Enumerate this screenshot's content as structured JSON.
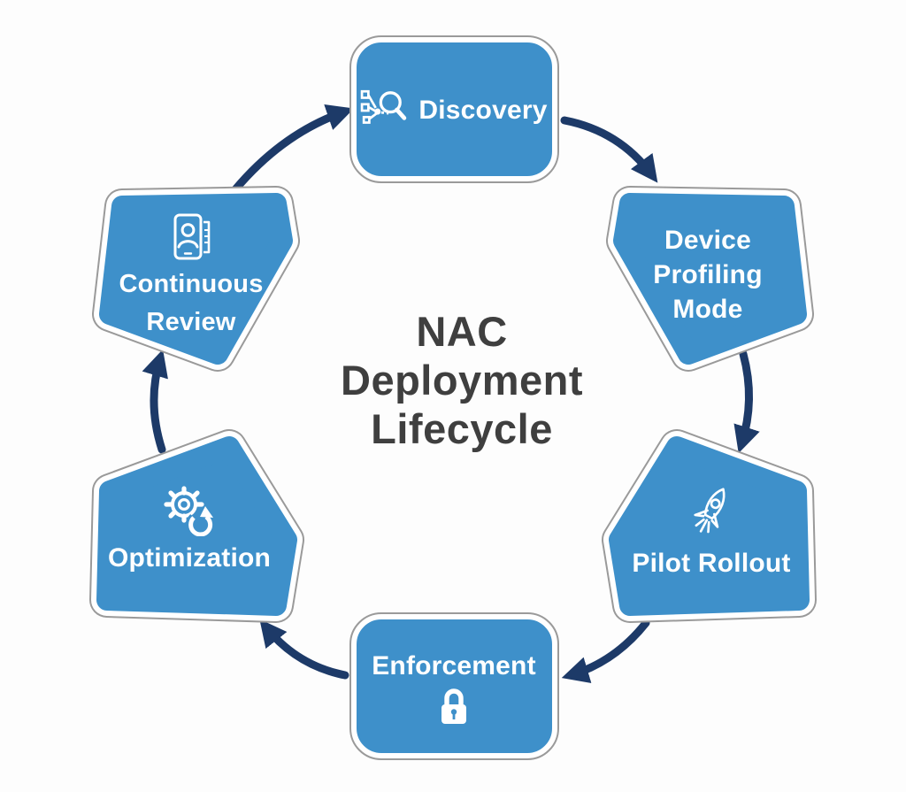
{
  "diagram": {
    "title": "NAC Deployment Lifecycle",
    "title_lines": [
      "NAC",
      "Deployment",
      "Lifecycle"
    ],
    "stages": [
      {
        "label": "Discovery",
        "icon": "search-network-icon"
      },
      {
        "label": "Device Profiling Mode",
        "lines": [
          "Device",
          "Profiling",
          "Mode"
        ],
        "icon": "none"
      },
      {
        "label": "Pilot Rollout",
        "icon": "rocket-icon"
      },
      {
        "label": "Enforcement",
        "icon": "padlock-icon"
      },
      {
        "label": "Optimization",
        "icon": "gear-refresh-icon"
      },
      {
        "label": "Continuous Review",
        "lines": [
          "Continuous",
          "Review"
        ],
        "icon": "device-person-review-icon"
      }
    ],
    "flow": [
      {
        "from": "Discovery",
        "to": "Device Profiling Mode"
      },
      {
        "from": "Device Profiling Mode",
        "to": "Pilot Rollout"
      },
      {
        "from": "Pilot Rollout",
        "to": "Enforcement"
      },
      {
        "from": "Enforcement",
        "to": "Optimization"
      },
      {
        "from": "Optimization",
        "to": "Continuous Review"
      },
      {
        "from": "Continuous Review",
        "to": "Discovery"
      }
    ],
    "colors": {
      "node_fill": "#3e90ca",
      "node_text": "#ffffff",
      "arrow": "#1d3a68",
      "outline_gray": "#9a9a9a",
      "title_text": "#3f3f3f",
      "background": "#fdfdfd"
    }
  }
}
